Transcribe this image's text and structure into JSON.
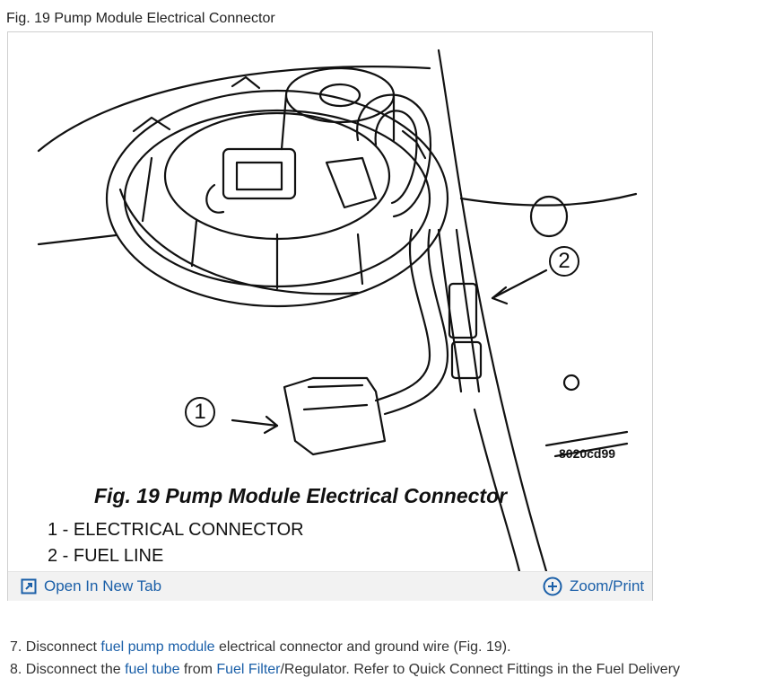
{
  "figure": {
    "caption_top": "Fig. 19 Pump Module Electrical Connector",
    "image_title": "Fig. 19 Pump Module Electrical Connector",
    "callout_1": "1",
    "callout_2": "2",
    "part_code": "8020cd99",
    "legend": [
      "1 - ELECTRICAL CONNECTOR",
      "2 - FUEL LINE"
    ],
    "open_tab_label": "Open In New Tab",
    "zoom_label": "Zoom/Print",
    "icons": [
      "open-new-tab-icon",
      "zoom-plus-icon"
    ],
    "accent_color": "#1a5fa8"
  },
  "steps": [
    {
      "prefix": "7. Disconnect ",
      "link1": "fuel pump module",
      "middle": " electrical connector and ground wire (Fig. 19).",
      "link2": "",
      "middle2": "",
      "link3": "",
      "suffix": ""
    },
    {
      "prefix": "8. Disconnect the ",
      "link1": "fuel tube",
      "middle": " from ",
      "link2": "Fuel Filter",
      "middle2": "/Regulator. Refer to Quick Connect Fittings in the Fuel Delivery",
      "link3": "",
      "suffix": ""
    }
  ]
}
